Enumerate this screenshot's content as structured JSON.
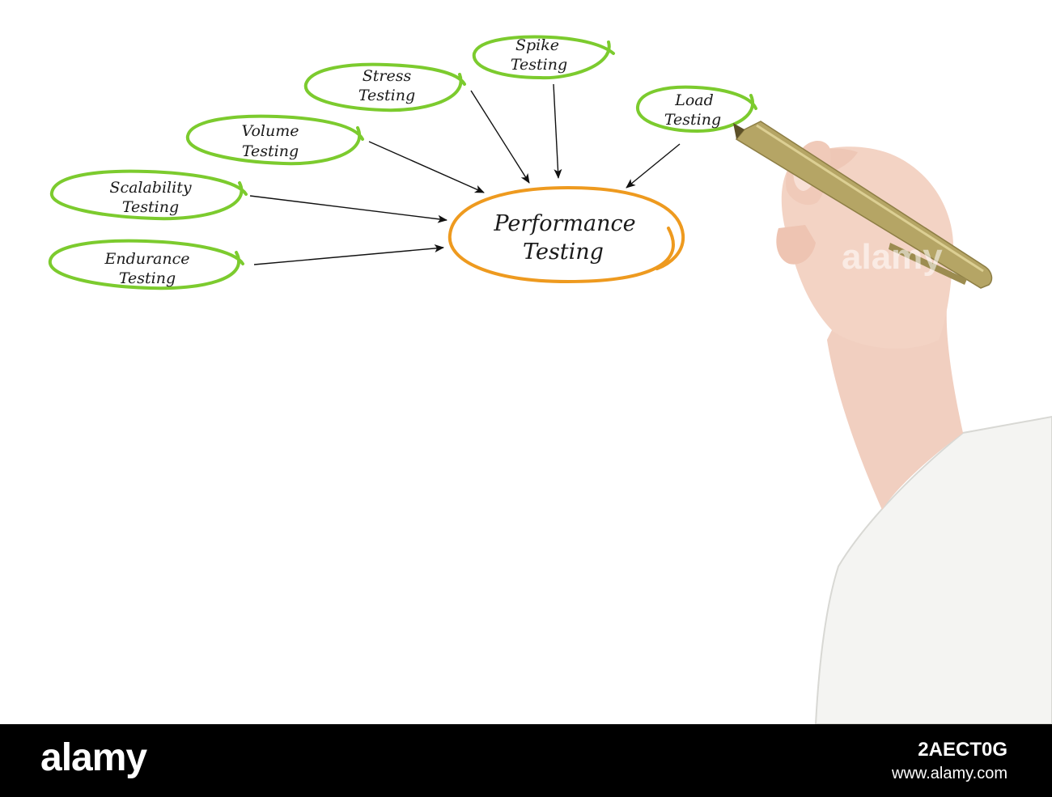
{
  "diagram": {
    "center": {
      "line1": "Performance",
      "line2": "Testing"
    },
    "nodes": {
      "spike": {
        "line1": "Spike",
        "line2": "Testing"
      },
      "stress": {
        "line1": "Stress",
        "line2": "Testing"
      },
      "load": {
        "line1": "Load",
        "line2": "Testing"
      },
      "volume": {
        "line1": "Volume",
        "line2": "Testing"
      },
      "scalability": {
        "line1": "Scalability",
        "line2": "Testing"
      },
      "endurance": {
        "line1": "Endurance",
        "line2": "Testing"
      }
    },
    "colors": {
      "sub_ellipse": "#7ccb2e",
      "center_ellipse": "#ee9a1f",
      "arrow": "#111111",
      "text": "#1a1a1a"
    }
  },
  "image_elements": [
    "hand-with-pen",
    "white-sleeve"
  ],
  "watermark": {
    "text": "alamy"
  },
  "footer": {
    "logo": "alamy",
    "image_id": "2AECT0G",
    "site": "www.alamy.com",
    "background": "#000000"
  }
}
